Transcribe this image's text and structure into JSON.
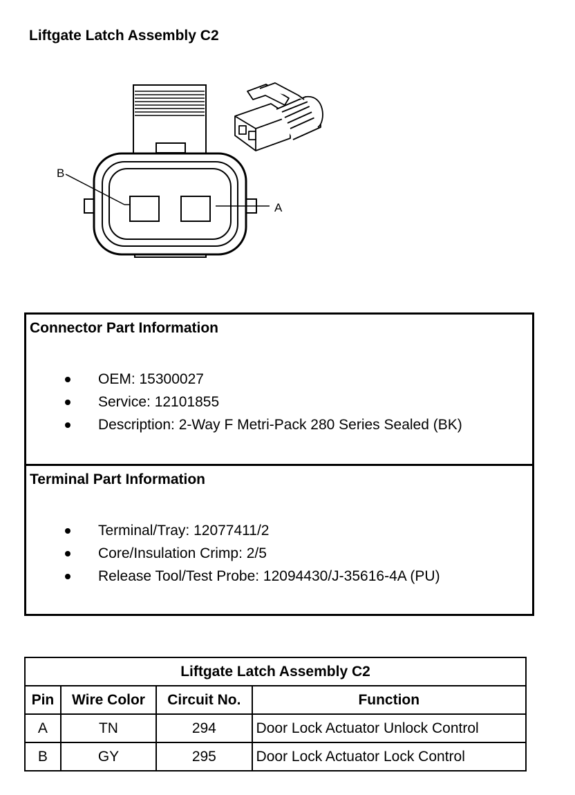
{
  "title": "Liftgate Latch Assembly C2",
  "diagram": {
    "label_a": "A",
    "label_b": "B"
  },
  "connector_info": {
    "heading": "Connector Part Information",
    "items": [
      "OEM: 15300027",
      "Service: 12101855",
      "Description: 2-Way F Metri-Pack 280 Series Sealed (BK)"
    ]
  },
  "terminal_info": {
    "heading": "Terminal Part Information",
    "items": [
      "Terminal/Tray: 12077411/2",
      "Core/Insulation Crimp: 2/5",
      "Release Tool/Test Probe: 12094430/J-35616-4A (PU)"
    ]
  },
  "pin_table": {
    "title": "Liftgate Latch Assembly C2",
    "headers": [
      "Pin",
      "Wire Color",
      "Circuit No.",
      "Function"
    ],
    "rows": [
      [
        "A",
        "TN",
        "294",
        "Door Lock Actuator Unlock Control"
      ],
      [
        "B",
        "GY",
        "295",
        "Door Lock Actuator Lock Control"
      ]
    ]
  }
}
